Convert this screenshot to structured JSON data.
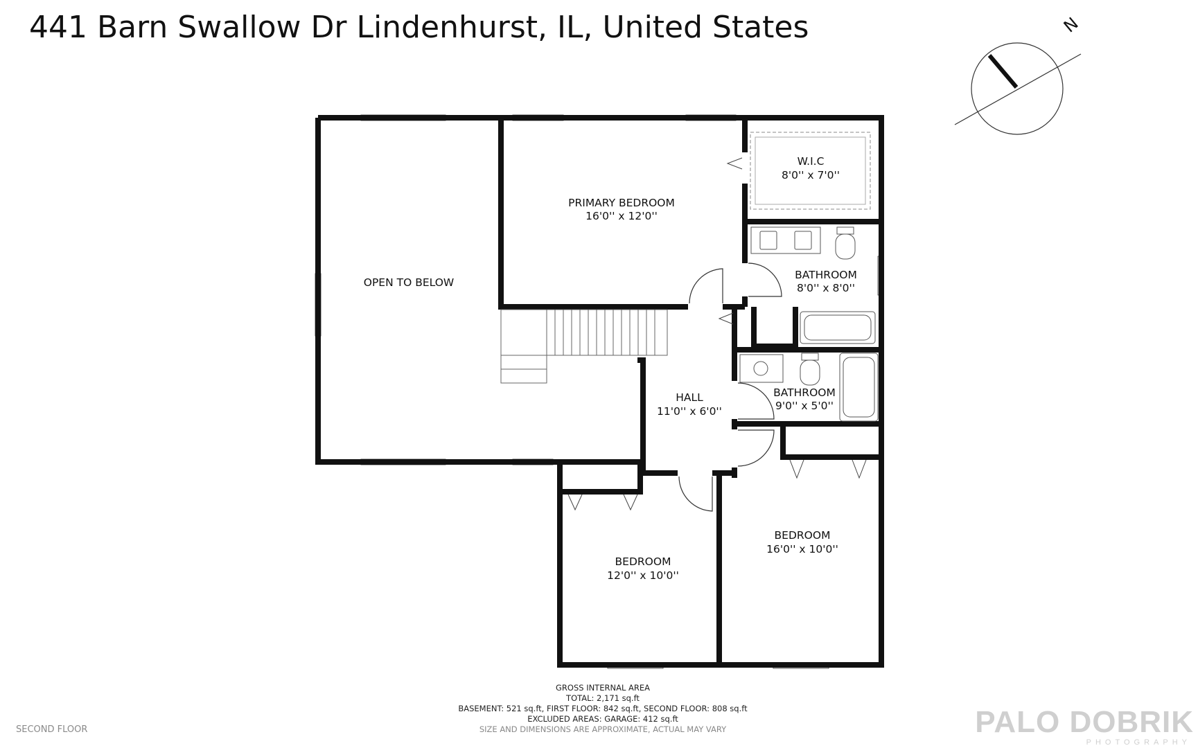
{
  "header": {
    "address": "441 Barn Swallow Dr Lindenhurst, IL, United States"
  },
  "compass": {
    "direction_label": "N"
  },
  "rooms": {
    "open_to_below": {
      "name": "OPEN TO BELOW"
    },
    "primary_bedroom": {
      "name": "PRIMARY BEDROOM",
      "dims": "16'0'' x 12'0''"
    },
    "wic": {
      "name": "W.I.C",
      "dims": "8'0'' x 7'0''"
    },
    "bathroom_1": {
      "name": "BATHROOM",
      "dims": "8'0'' x 8'0''"
    },
    "bathroom_2": {
      "name": "BATHROOM",
      "dims": "9'0'' x 5'0''"
    },
    "hall": {
      "name": "HALL",
      "dims": "11'0'' x 6'0''"
    },
    "bedroom_1": {
      "name": "BEDROOM",
      "dims": "12'0'' x 10'0''"
    },
    "bedroom_2": {
      "name": "BEDROOM",
      "dims": "16'0'' x 10'0''"
    }
  },
  "area_info": {
    "heading": "GROSS INTERNAL AREA",
    "total": "TOTAL: 2,171 sq.ft",
    "breakdown": "BASEMENT: 521 sq.ft, FIRST FLOOR: 842 sq.ft, SECOND FLOOR: 808 sq.ft",
    "excluded": "EXCLUDED AREAS: GARAGE: 412 sq.ft",
    "disclaimer": "SIZE AND DIMENSIONS ARE APPROXIMATE, ACTUAL MAY VARY"
  },
  "floor_label": "SECOND FLOOR",
  "branding": {
    "logo_main": "PALO DOBRIK",
    "logo_sub": "PHOTOGRAPHY"
  }
}
